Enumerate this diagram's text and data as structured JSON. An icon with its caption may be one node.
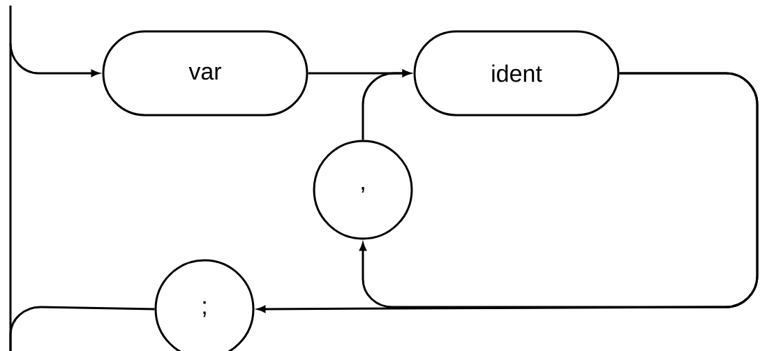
{
  "diagram": {
    "nodes": [
      {
        "text": [
          "var"
        ]
      },
      {
        "text": [
          "ident"
        ]
      },
      {
        "text": [
          ","
        ]
      },
      {
        "text": [
          ";"
        ]
      }
    ],
    "edges": [
      {
        "from": null,
        "to": 0,
        "arrow": "to"
      },
      {
        "from": 0,
        "to": 1,
        "arrow": "to"
      },
      {
        "from": 1,
        "to": 2,
        "arrow": "to"
      },
      {
        "from": 2,
        "to": 1,
        "arrow": "to"
      },
      {
        "from": 1,
        "to": 3,
        "arrow": "to"
      },
      {
        "from": 3,
        "to": null,
        "arrow": "none"
      }
    ]
  }
}
